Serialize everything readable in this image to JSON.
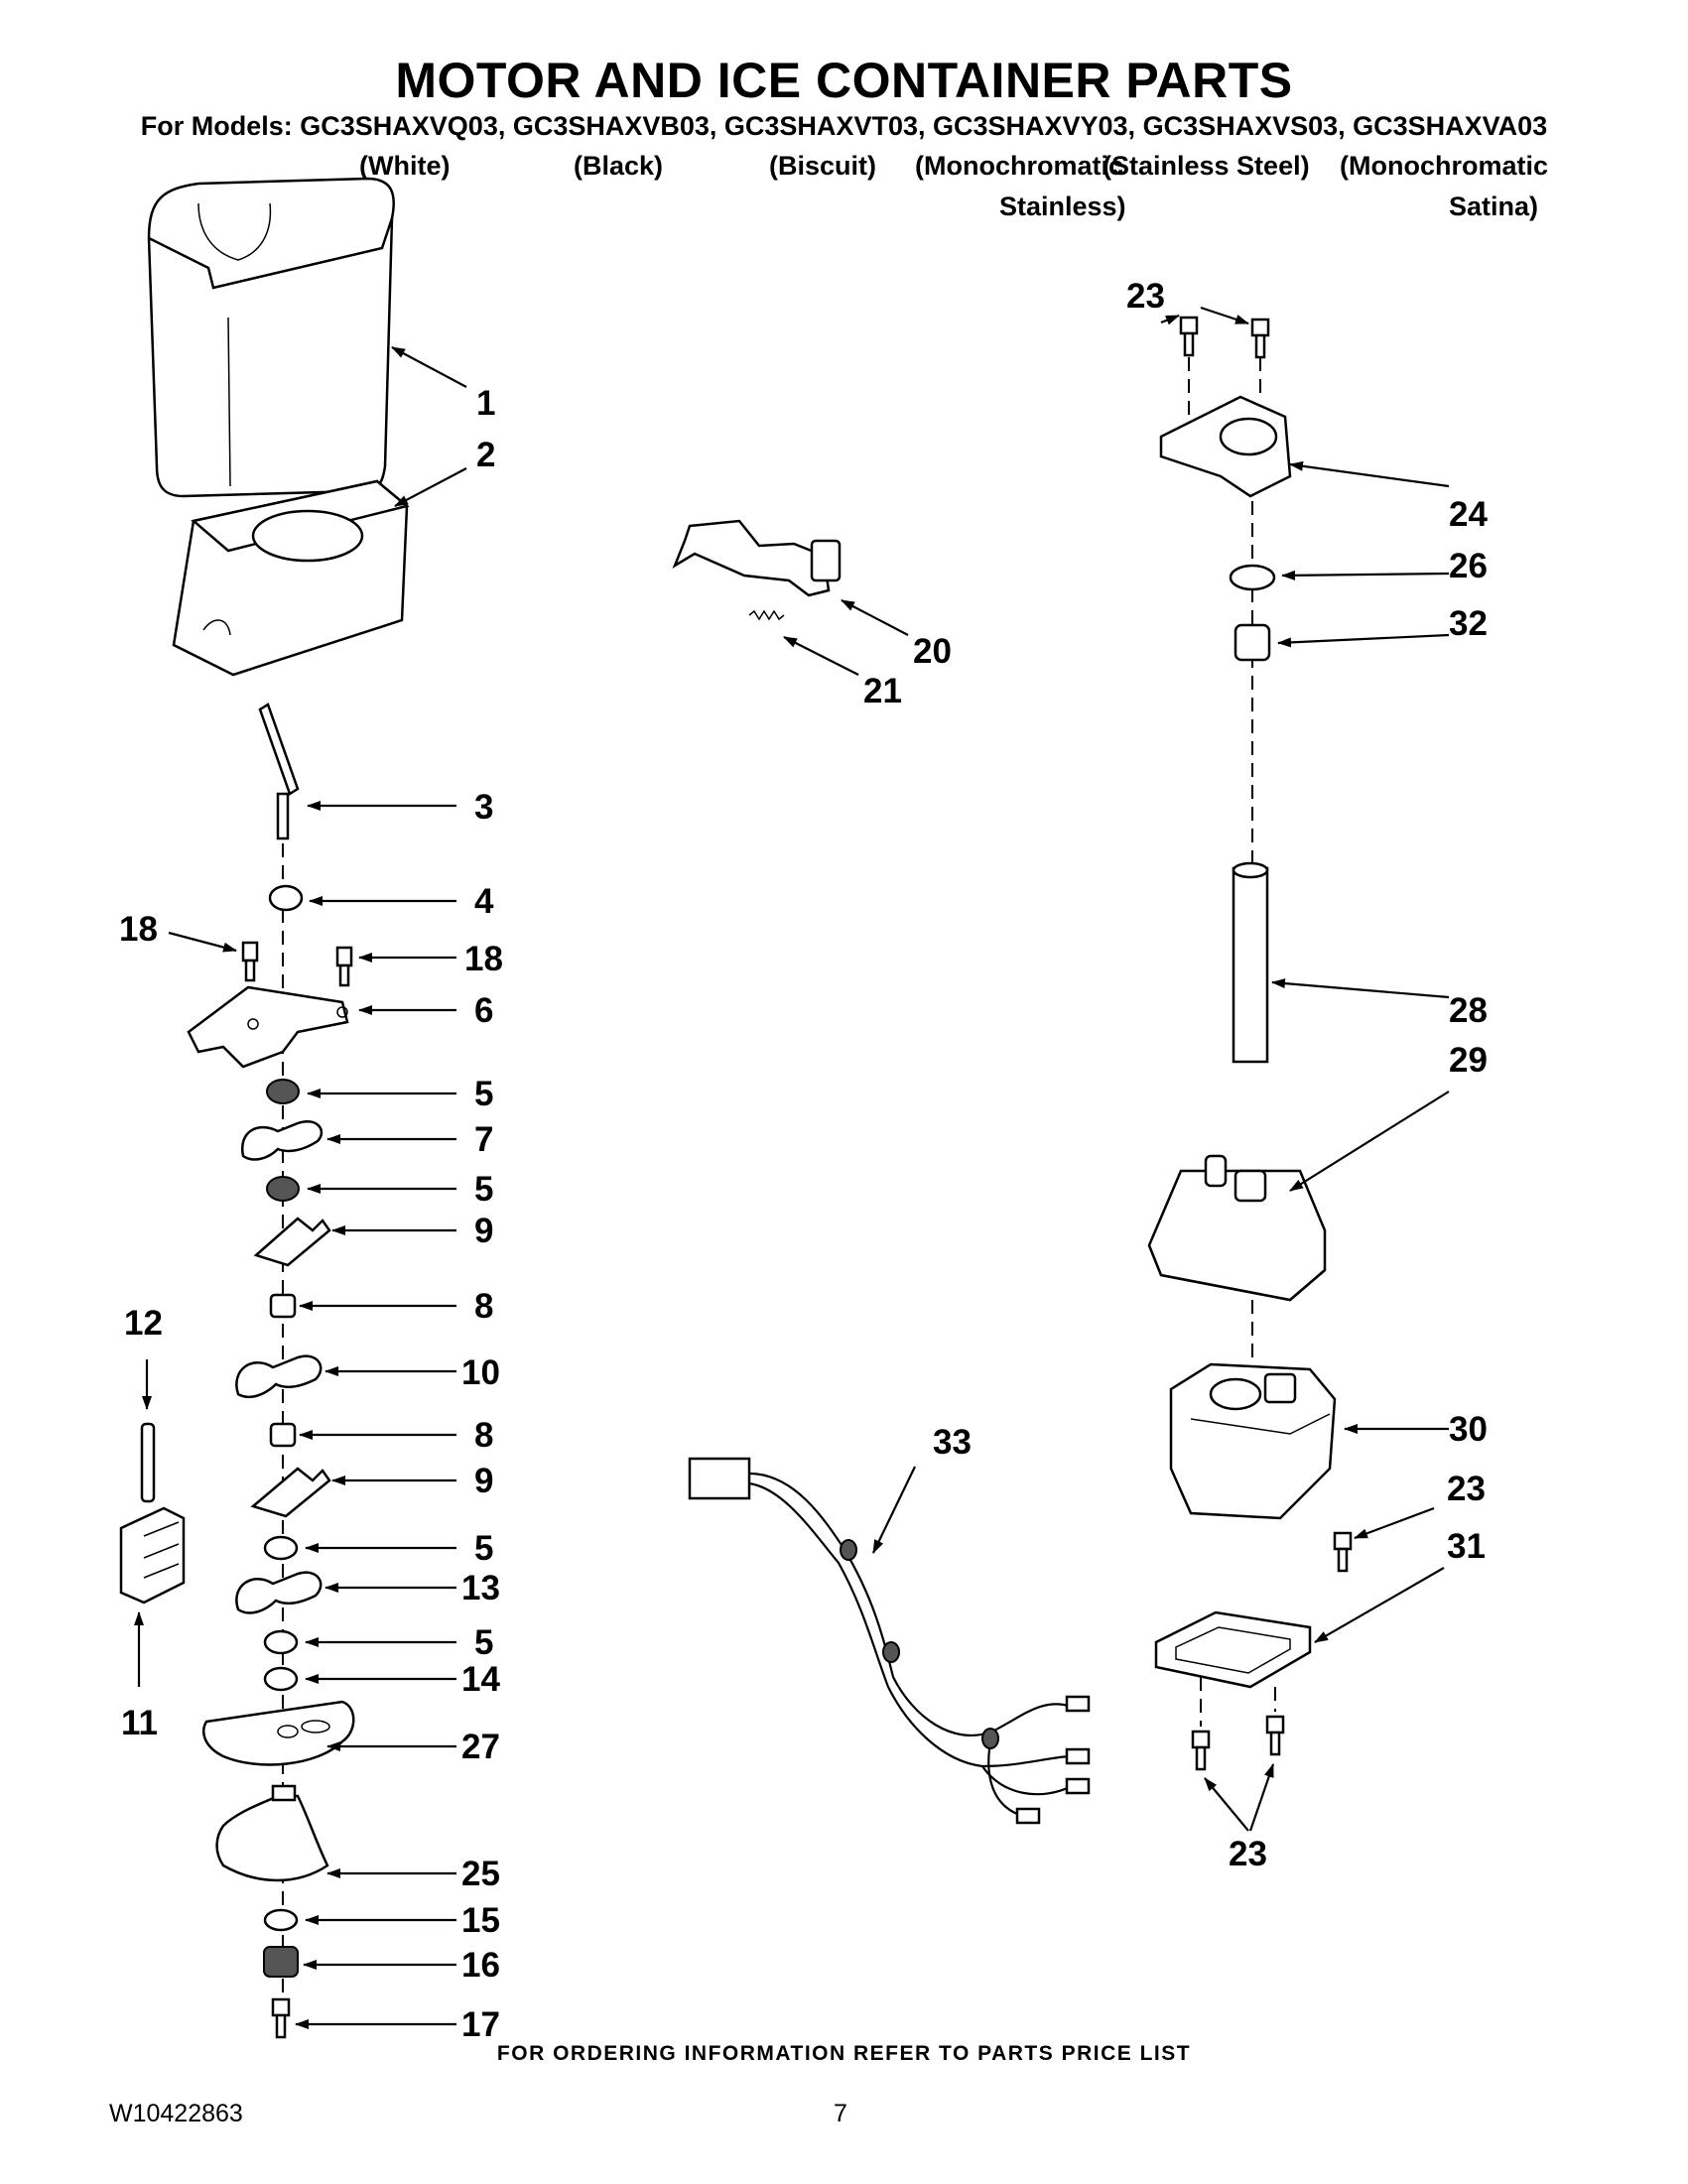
{
  "title": "MOTOR AND ICE CONTAINER PARTS",
  "models_line": "For Models: GC3SHAXVQ03, GC3SHAXVB03, GC3SHAXVT03, GC3SHAXVY03, GC3SHAXVS03, GC3SHAXVA03",
  "colors": {
    "white": "(White)",
    "black": "(Black)",
    "biscuit": "(Biscuit)",
    "mono_stainless_1": "(Monochromatic",
    "stainless_steel": "(Stainless Steel)",
    "mono_satina_1": "(Monochromatic",
    "mono_stainless_2": "Stainless)",
    "mono_satina_2": "Satina)"
  },
  "callouts": {
    "c1": "1",
    "c2": "2",
    "c3": "3",
    "c4": "4",
    "c5a": "5",
    "c5b": "5",
    "c5c": "5",
    "c5d": "5",
    "c6": "6",
    "c7": "7",
    "c8a": "8",
    "c8b": "8",
    "c9a": "9",
    "c9b": "9",
    "c10": "10",
    "c11": "11",
    "c12": "12",
    "c13": "13",
    "c14": "14",
    "c15": "15",
    "c16": "16",
    "c17": "17",
    "c18a": "18",
    "c18b": "18",
    "c20": "20",
    "c21": "21",
    "c23a": "23",
    "c23b": "23",
    "c23c": "23",
    "c24": "24",
    "c25": "25",
    "c26": "26",
    "c27": "27",
    "c28": "28",
    "c29": "29",
    "c30": "30",
    "c31": "31",
    "c32": "32",
    "c33": "33"
  },
  "footer": {
    "ordering_note": "FOR ORDERING INFORMATION REFER TO PARTS PRICE LIST",
    "doc_number": "W10422863",
    "page_number": "7"
  }
}
